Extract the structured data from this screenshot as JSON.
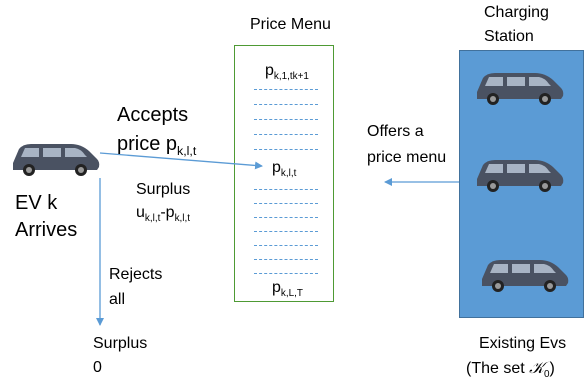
{
  "price_menu": {
    "title": "Price Menu",
    "top_price": {
      "base": "p",
      "sub": "k,1,tk+1"
    },
    "mid_price": {
      "base": "p",
      "sub": "k,l,t"
    },
    "bottom_price": {
      "base": "p",
      "sub": "k,L,T"
    }
  },
  "station": {
    "title_line1": "Charging",
    "title_line2": "Station",
    "existing_line1": "Existing Evs",
    "existing_line2_prefix": "(The set ",
    "existing_set_symbol": "𝒦",
    "existing_set_sub": "0",
    "existing_line2_suffix": ")"
  },
  "ev": {
    "line1": "EV k",
    "line2": "Arrives"
  },
  "accepts": {
    "line1": "Accepts",
    "line2_prefix": "price p",
    "line2_sub": "k,l,t"
  },
  "surplus_accept": {
    "line1": "Surplus",
    "u_base": "u",
    "u_sub": "k,l,t",
    "dash": "-",
    "p_base": "p",
    "p_sub": "k,l,t"
  },
  "offers": {
    "line1": "Offers a",
    "line2": "price menu"
  },
  "rejects": {
    "line1": "Rejects",
    "line2": "all"
  },
  "surplus_reject": {
    "line1": "Surplus",
    "line2": "0"
  },
  "colors": {
    "arrow": "#5b9bd5",
    "station_fill": "#5b9bd5",
    "menu_border": "#4e9a34",
    "dash": "#5b9bd5",
    "car_body": "#4a5262"
  },
  "icons": {
    "car": "car-icon"
  }
}
